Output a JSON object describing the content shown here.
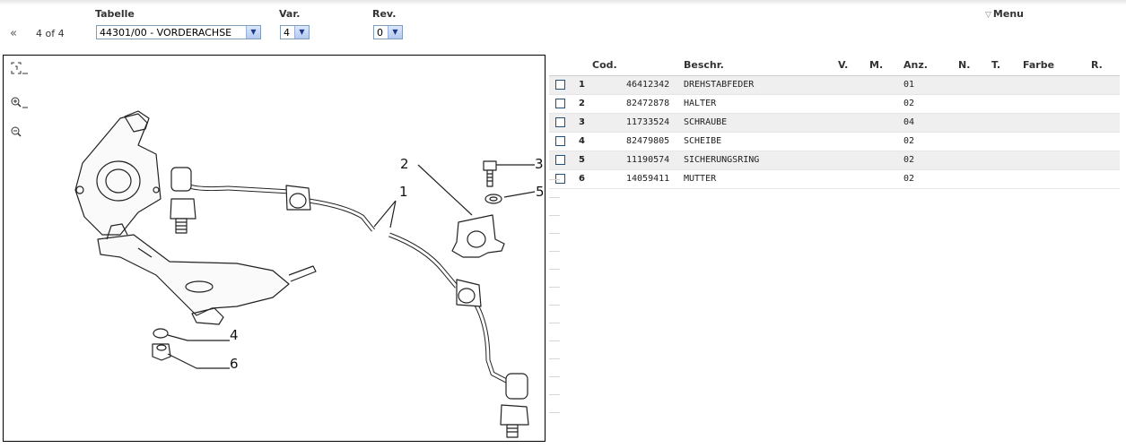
{
  "header": {
    "counter": "4 of 4",
    "back_icon": "«",
    "tabelle_label": "Tabelle",
    "tabelle_value": "44301/00 - VORDERACHSE",
    "var_label": "Var.",
    "var_value": "4",
    "rev_label": "Rev.",
    "rev_value": "0",
    "menu_label": "Menu",
    "menu_icon": "▽"
  },
  "diagram": {
    "tools": [
      "fit-icon",
      "zoom-in-icon",
      "zoom-out-icon"
    ],
    "callouts": [
      "1",
      "2",
      "3",
      "4",
      "5",
      "6"
    ]
  },
  "table": {
    "columns": [
      "Cod.",
      "Beschr.",
      "V.",
      "M.",
      "Anz.",
      "N.",
      "T.",
      "Farbe",
      "R."
    ],
    "rows": [
      {
        "pos": "1",
        "code": "46412342",
        "desc": "DREHSTABFEDER",
        "qty": "01"
      },
      {
        "pos": "2",
        "code": "82472878",
        "desc": "HALTER",
        "qty": "02"
      },
      {
        "pos": "3",
        "code": "11733524",
        "desc": "SCHRAUBE",
        "qty": "04"
      },
      {
        "pos": "4",
        "code": "82479805",
        "desc": "SCHEIBE",
        "qty": "02"
      },
      {
        "pos": "5",
        "code": "11190574",
        "desc": "SICHERUNGSRING",
        "qty": "02"
      },
      {
        "pos": "6",
        "code": "14059411",
        "desc": "MUTTER",
        "qty": "02"
      }
    ]
  },
  "colors": {
    "select_border": "#7f9db9",
    "checkbox_border": "#1c5180",
    "row_alt": "#efefef"
  }
}
